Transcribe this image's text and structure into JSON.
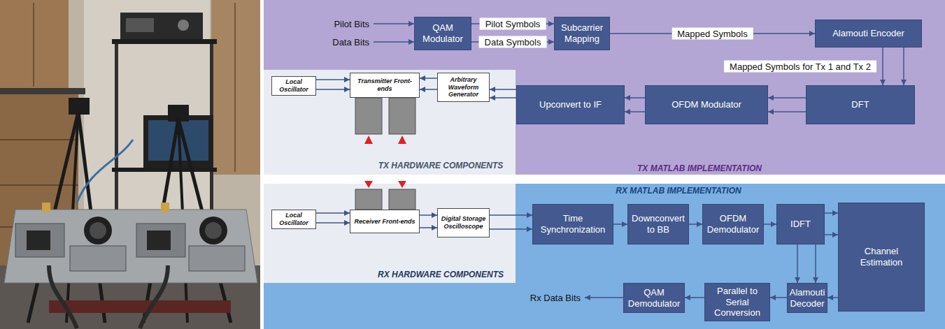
{
  "diagram": {
    "nodes": [
      {
        "text": [
          "TX MATLAB IMPLEMENTATION"
        ]
      },
      {
        "text": [
          "QAM Modulator"
        ],
        "in": 0
      },
      {
        "text": [
          "Subcarrier Mapping"
        ],
        "in": 0
      },
      {
        "text": [
          "Alamouti Encoder"
        ],
        "in": 0
      },
      {
        "text": [
          "DFT"
        ],
        "in": 0
      },
      {
        "text": [
          "OFDM Modulator"
        ],
        "in": 0
      },
      {
        "text": [
          "Upconvert to IF"
        ],
        "in": 0
      },
      {
        "text": [
          "TX HARDWARE COMPONENTS"
        ]
      },
      {
        "text": [
          "Local Oscillator"
        ],
        "in": 7
      },
      {
        "text": [
          "Transmitter Front-ends"
        ],
        "in": 7
      },
      {
        "text": [
          "Arbitrary Waveform Generator"
        ],
        "in": 7
      },
      {
        "text": [
          "RX HARDWARE COMPONENTS"
        ]
      },
      {
        "text": [
          "Local Oscillator"
        ],
        "in": 11
      },
      {
        "text": [
          "Receiver Front-ends"
        ],
        "in": 11
      },
      {
        "text": [
          "Digital Storage Oscilloscope"
        ],
        "in": 11
      },
      {
        "text": [
          "RX MATLAB IMPLEMENTATION"
        ]
      },
      {
        "text": [
          "Time Synchronization"
        ],
        "in": 15
      },
      {
        "text": [
          "Downconvert to BB"
        ],
        "in": 15
      },
      {
        "text": [
          "OFDM Demodulator"
        ],
        "in": 15
      },
      {
        "text": [
          "IDFT"
        ],
        "in": 15
      },
      {
        "text": [
          "Channel Estimation"
        ],
        "in": 15
      },
      {
        "text": [
          "Alamouti Decoder"
        ],
        "in": 15
      },
      {
        "text": [
          "Parallel to Serial Conversion"
        ],
        "in": 15
      },
      {
        "text": [
          "QAM Demodulator"
        ],
        "in": 15
      }
    ],
    "edges": [
      {
        "from": 1,
        "to": 2,
        "arrow": "to",
        "label": "Pilot Symbols"
      },
      {
        "from": 1,
        "to": 2,
        "arrow": "to",
        "label": "Data Symbols"
      },
      {
        "from": 2,
        "to": 3,
        "arrow": "to",
        "label": "Mapped Symbols"
      },
      {
        "from": 3,
        "to": 4,
        "arrow": "to",
        "label": "Mapped Symbols for Tx 1 and Tx 2"
      },
      {
        "from": 3,
        "to": 4,
        "arrow": "to"
      },
      {
        "from": 4,
        "to": 5,
        "arrow": "to"
      },
      {
        "from": 4,
        "to": 5,
        "arrow": "to"
      },
      {
        "from": 5,
        "to": 6,
        "arrow": "to"
      },
      {
        "from": 5,
        "to": 6,
        "arrow": "to"
      },
      {
        "from": 6,
        "to": 10,
        "arrow": "to"
      },
      {
        "from": 6,
        "to": 10,
        "arrow": "to"
      },
      {
        "from": 10,
        "to": 9,
        "arrow": "to"
      },
      {
        "from": 10,
        "to": 9,
        "arrow": "to"
      },
      {
        "from": 8,
        "to": 9,
        "arrow": "to"
      },
      {
        "from": 8,
        "to": 9,
        "arrow": "to"
      },
      {
        "from": 12,
        "to": 13,
        "arrow": "to"
      },
      {
        "from": 12,
        "to": 13,
        "arrow": "to"
      },
      {
        "from": 13,
        "to": 14,
        "arrow": "to"
      },
      {
        "from": 13,
        "to": 14,
        "arrow": "to"
      },
      {
        "from": 14,
        "to": 16,
        "arrow": "to"
      },
      {
        "from": 14,
        "to": 16,
        "arrow": "to"
      },
      {
        "from": 16,
        "to": 17,
        "arrow": "to"
      },
      {
        "from": 17,
        "to": 18,
        "arrow": "to"
      },
      {
        "from": 18,
        "to": 19,
        "arrow": "to"
      },
      {
        "from": 19,
        "to": 20,
        "arrow": "to"
      },
      {
        "from": 19,
        "to": 20,
        "arrow": "to"
      },
      {
        "from": 19,
        "to": 21,
        "arrow": "to"
      },
      {
        "from": 19,
        "to": 21,
        "arrow": "to"
      },
      {
        "from": 20,
        "to": 21,
        "arrow": "to"
      },
      {
        "from": 21,
        "to": 22,
        "arrow": "to"
      },
      {
        "from": 22,
        "to": 23,
        "arrow": "to"
      }
    ],
    "labels": [
      "Pilot Bits",
      "Data Bits",
      "Rx Data Bits"
    ]
  }
}
